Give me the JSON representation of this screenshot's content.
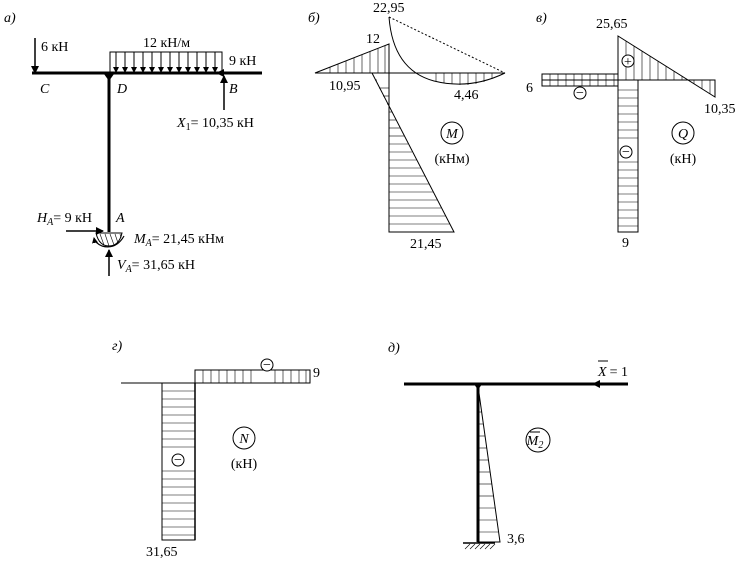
{
  "panels": {
    "a": {
      "label": "а)",
      "load_c": "6 кН",
      "load_q": "12 кН/м",
      "load_b": "9 кН",
      "node_c": "C",
      "node_d": "D",
      "node_b": "B",
      "node_a": "A",
      "x1_sym": "X",
      "x1_sub": "1",
      "x1_val": "= 10,35 кН",
      "ha_sym": "H",
      "ha_sub": "A",
      "ha_val": "= 9 кН",
      "ma_sym": "M",
      "ma_sub": "A",
      "ma_val": "= 21,45 кНм",
      "va_sym": "V",
      "va_sub": "A",
      "va_val": "= 31,65 кН"
    },
    "b": {
      "label": "б)",
      "top": "22,95",
      "v12": "12",
      "v1095": "10,95",
      "v446": "4,46",
      "v2145": "21,45",
      "circle": "M",
      "unit": "(кНм)"
    },
    "v": {
      "label": "в)",
      "top": "25,65",
      "left": "6",
      "right": "10,35",
      "bottom": "9",
      "circle": "Q",
      "unit": "(кН)",
      "plus": "+",
      "minus": "−"
    },
    "g": {
      "label": "г)",
      "right": "9",
      "bottom": "31,65",
      "circle": "N",
      "unit": "(кН)",
      "minus": "−"
    },
    "d": {
      "label": "д)",
      "force_sym": "X",
      "force_val": "= 1",
      "bottom": "3,6",
      "circle": "M",
      "circle_sub": "2"
    }
  }
}
